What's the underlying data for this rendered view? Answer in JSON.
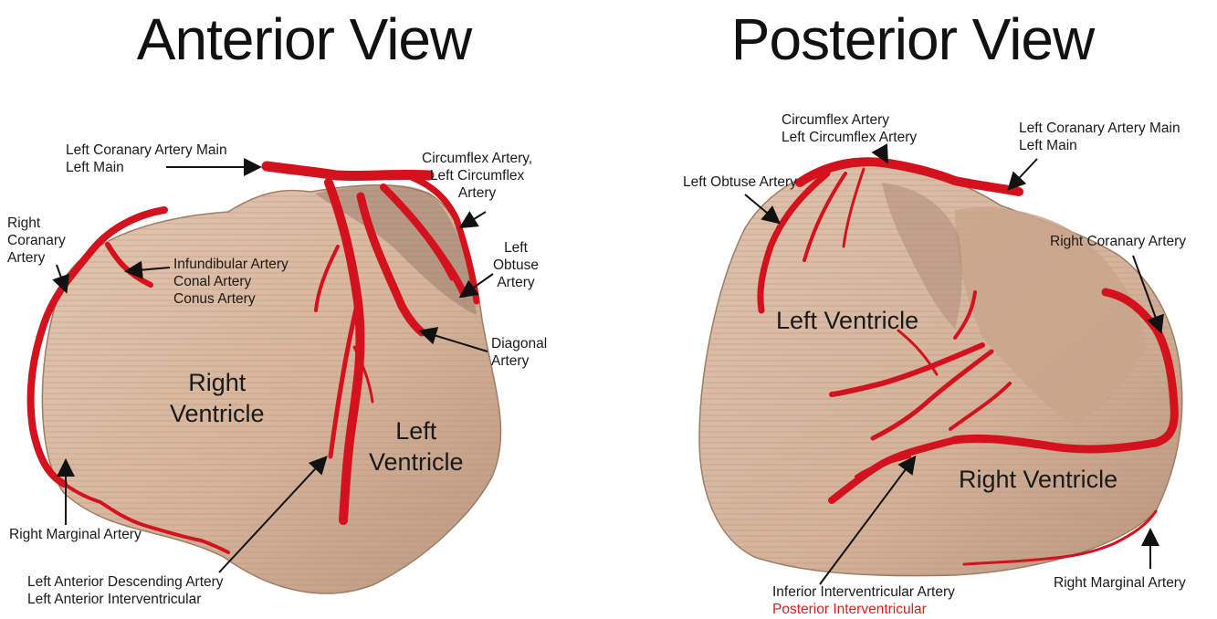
{
  "anterior": {
    "title": "Anterior View",
    "labels": {
      "lca_main": [
        "Left Coranary Artery Main",
        "Left Main"
      ],
      "circumflex": [
        "Circumflex Artery,",
        "Left Circumflex",
        "Artery"
      ],
      "right_coronary": [
        "Right",
        "Coranary",
        "Artery"
      ],
      "infundibular": [
        "Infundibular Artery",
        "Conal Artery",
        "Conus Artery"
      ],
      "left_obtuse": [
        "Left",
        "Obtuse",
        "Artery"
      ],
      "diagonal": [
        "Diagonal",
        "Artery"
      ],
      "right_marginal": [
        "Right Marginal Artery"
      ],
      "lad": [
        "Left Anterior Descending Artery",
        "Left Anterior Interventricular"
      ]
    },
    "regions": {
      "right_ventricle": [
        "Right",
        "Ventricle"
      ],
      "left_ventricle": [
        "Left",
        "Ventricle"
      ]
    }
  },
  "posterior": {
    "title": "Posterior View",
    "labels": {
      "circumflex": [
        "Circumflex Artery",
        "Left Circumflex Artery"
      ],
      "lca_main": [
        "Left Coranary Artery Main",
        "Left Main"
      ],
      "left_obtuse": [
        "Left Obtuse Artery"
      ],
      "right_coronary": [
        "Right Coranary Artery"
      ],
      "inferior_iv": [
        "Inferior Interventricular Artery"
      ],
      "posterior_iv": [
        "Posterior Interventricular"
      ],
      "right_marginal": [
        "Right Marginal Artery"
      ]
    },
    "regions": {
      "left_ventricle": [
        "Left Ventricle"
      ],
      "right_ventricle": [
        "Right Ventricle"
      ]
    }
  },
  "colors": {
    "tissue": "#d9b9a1",
    "tissue_shade": "#a8876f",
    "artery": "#d4121e",
    "highlight_text": "#e01b1b"
  }
}
